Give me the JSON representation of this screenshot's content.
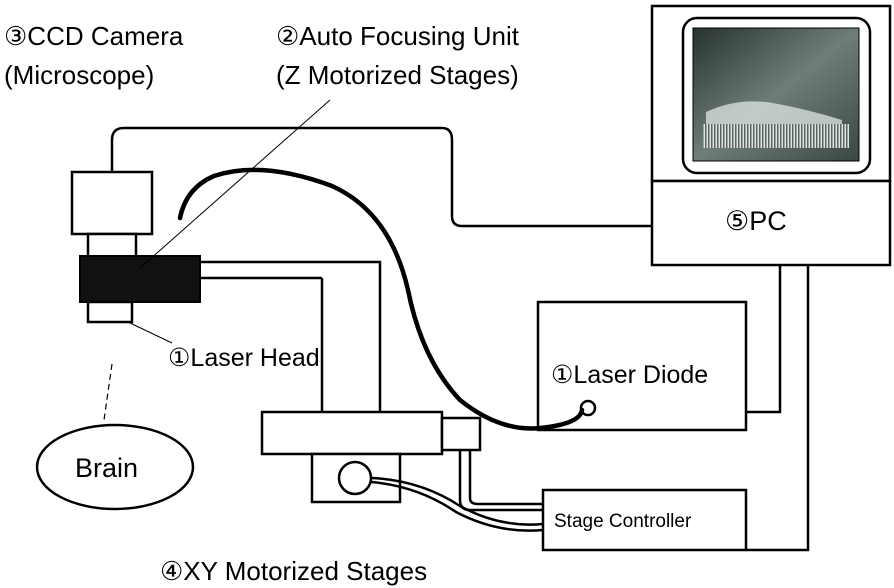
{
  "labels": {
    "ccd_camera": "③CCD Camera",
    "ccd_camera_sub": "(Microscope)",
    "auto_focus": "②Auto Focusing Unit",
    "auto_focus_sub": "(Z Motorized Stages)",
    "pc": "⑤PC",
    "laser_head": "①Laser Head",
    "laser_diode": "①Laser Diode",
    "brain": "Brain",
    "stage_controller": "Stage Controller",
    "xy_stages": "④XY Motorized Stages"
  },
  "colors": {
    "stroke": "#000000",
    "background": "#ffffff",
    "focus_unit_fill": "#111111",
    "monitor_screen": "#3c4a46"
  }
}
